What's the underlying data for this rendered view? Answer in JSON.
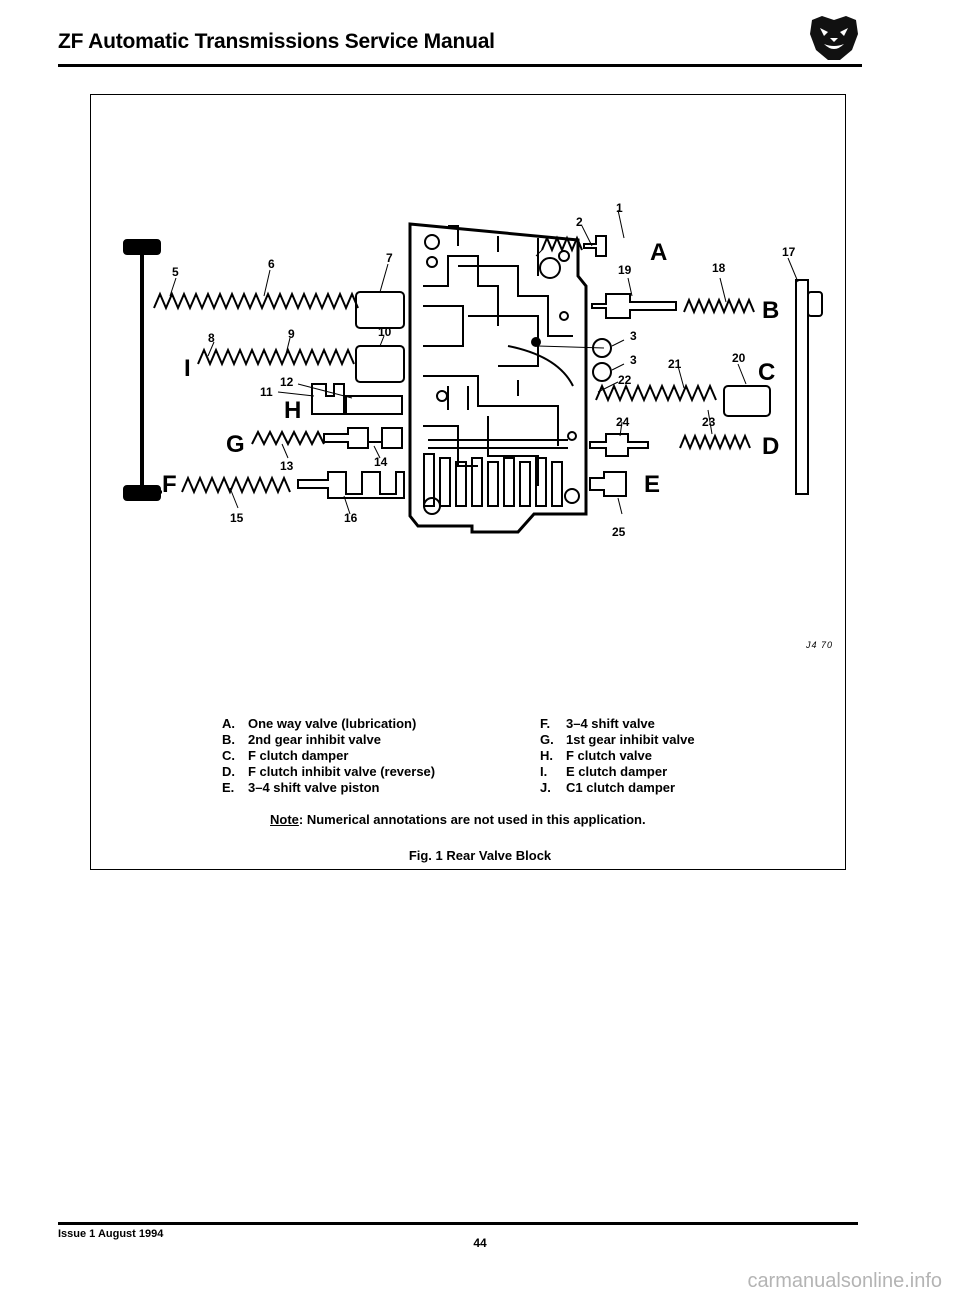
{
  "header": {
    "title": "ZF Automatic Transmissions Service Manual",
    "logo_icon": "jaguar-head-logo"
  },
  "figure": {
    "code": "J4 70",
    "letters": [
      "A",
      "B",
      "C",
      "D",
      "E",
      "F",
      "G",
      "H",
      "I"
    ],
    "numbers": [
      "1",
      "2",
      "3",
      "3",
      "5",
      "6",
      "7",
      "8",
      "9",
      "10",
      "11",
      "12",
      "13",
      "14",
      "15",
      "16",
      "17",
      "18",
      "19",
      "20",
      "21",
      "22",
      "23",
      "24",
      "25"
    ],
    "legend_left": [
      {
        "key": "A.",
        "text": "One way valve (lubrication)"
      },
      {
        "key": "B.",
        "text": "2nd gear inhibit valve"
      },
      {
        "key": "C.",
        "text": "F clutch damper"
      },
      {
        "key": "D.",
        "text": "F clutch inhibit valve (reverse)"
      },
      {
        "key": "E.",
        "text": "3–4 shift valve piston"
      }
    ],
    "legend_right": [
      {
        "key": "F.",
        "text": "3–4 shift valve"
      },
      {
        "key": "G.",
        "text": "1st gear inhibit valve"
      },
      {
        "key": "H.",
        "text": "F clutch valve"
      },
      {
        "key": "I.",
        "text": "E clutch damper"
      },
      {
        "key": "J.",
        "text": "C1 clutch damper"
      }
    ],
    "note_label": "Note",
    "note_text": ": Numerical annotations are not used in this application.",
    "caption": "Fig. 1 Rear Valve Block"
  },
  "footer": {
    "issue": "Issue 1 August 1994",
    "page": "44"
  },
  "watermark": "carmanualsonline.info"
}
